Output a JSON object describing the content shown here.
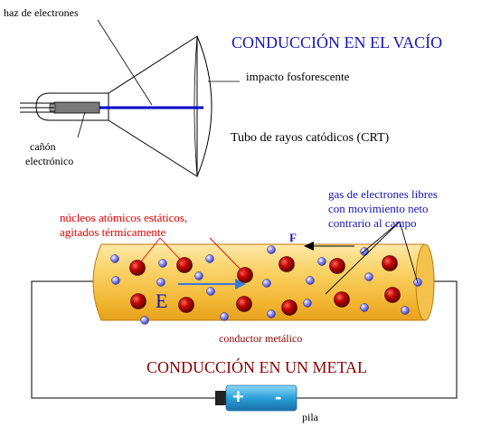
{
  "crt": {
    "title": "CONDUCCIÓN EN EL VACÍO",
    "label_beam": "haz de electrones",
    "label_impact": "impacto fosforescente",
    "label_gun_line1": "cañón",
    "label_gun_line2": "electrónico",
    "caption": "Tubo de rayos catódicos (CRT)"
  },
  "metal": {
    "title": "CONDUCCIÓN EN UN METAL",
    "label_nuclei_line1": "núcleos atómicos estáticos,",
    "label_nuclei_line2": "agitados térmicamente",
    "label_gas_line1": "gas de electrones libres",
    "label_gas_line2": "con movimiento neto",
    "label_gas_line3": "contrario al campo",
    "label_force": "F",
    "label_field": "E",
    "label_conductor": "conductor metálico",
    "battery_plus": "+",
    "battery_minus": "-",
    "label_battery": "pila"
  },
  "colors": {
    "title_blue": "#1515b8",
    "nuclei_label_red": "#e00000",
    "metal_title_red": "#8b0000",
    "conductor_fill": "#f7c64a",
    "nucleus": "#b00000",
    "electron": "#6a6ae6",
    "beam": "#0000cc",
    "field_arrow": "#3a78d8",
    "battery": "#2aa0d8"
  }
}
